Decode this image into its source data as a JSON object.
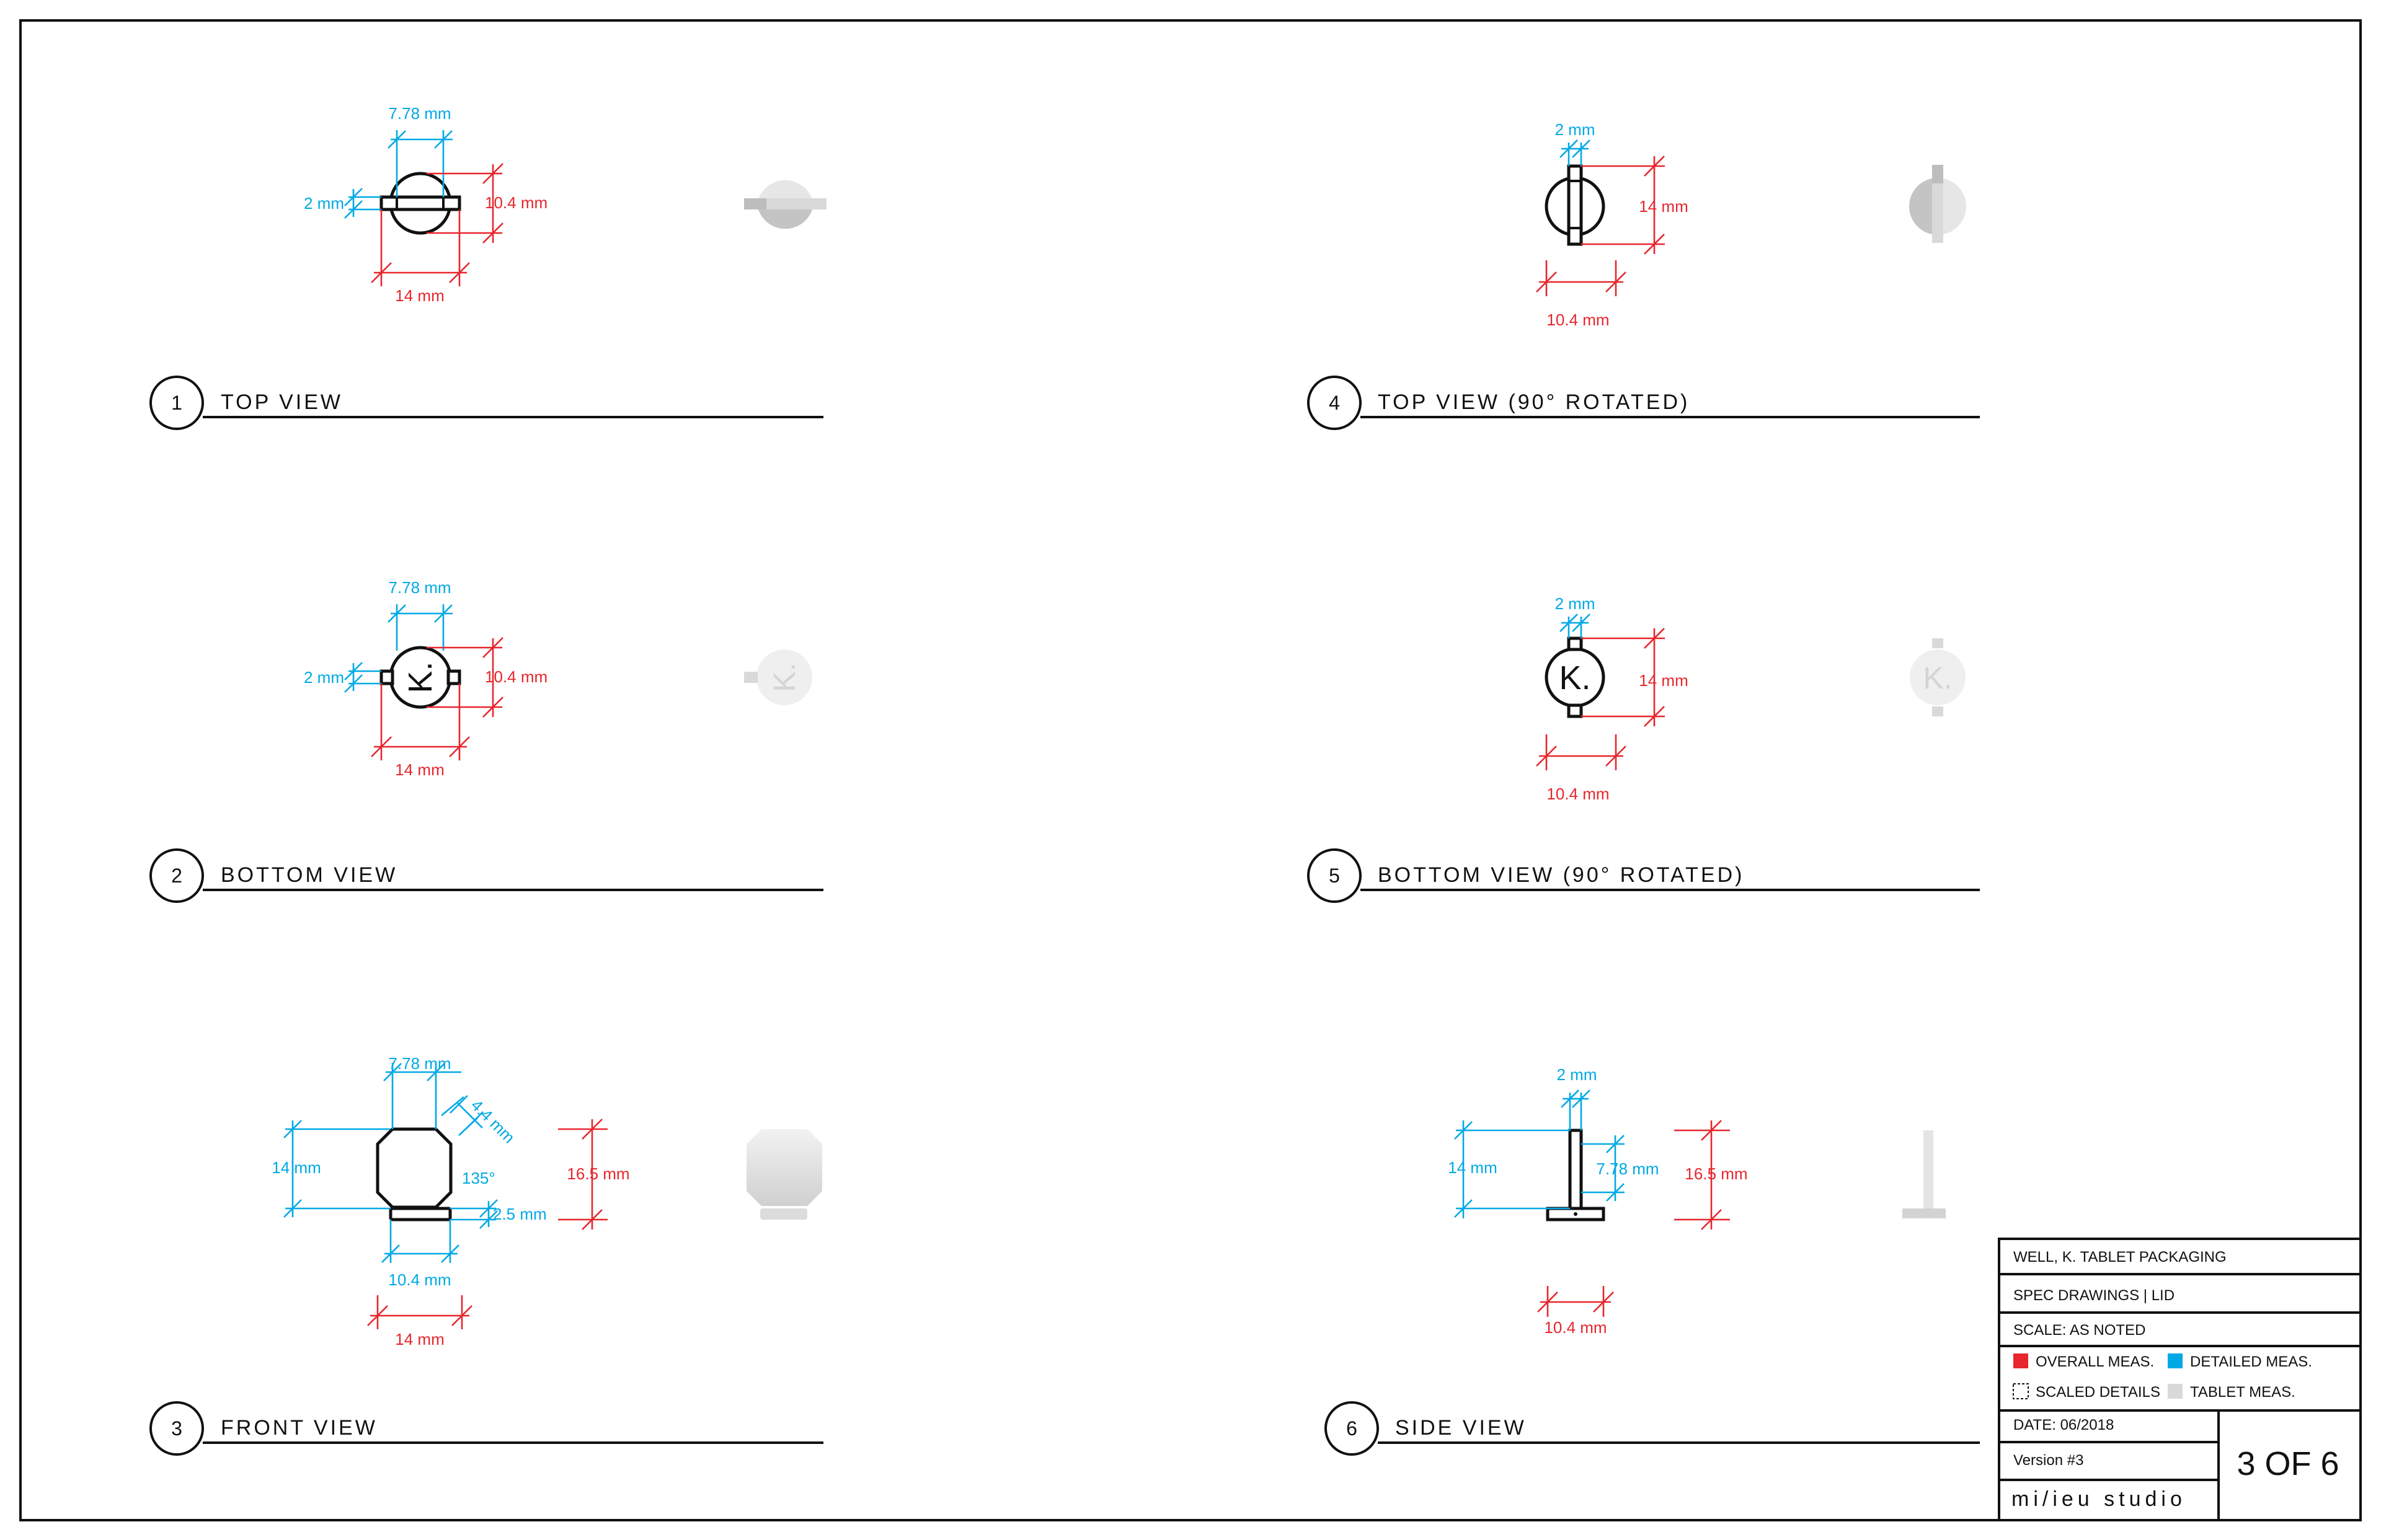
{
  "sheet": {
    "views": [
      {
        "number": "1",
        "title": "TOP VIEW"
      },
      {
        "number": "2",
        "title": "BOTTOM VIEW"
      },
      {
        "number": "3",
        "title": "FRONT VIEW"
      },
      {
        "number": "4",
        "title": "TOP VIEW (90° ROTATED)"
      },
      {
        "number": "5",
        "title": "BOTTOM VIEW (90° ROTATED)"
      },
      {
        "number": "6",
        "title": "SIDE VIEW"
      }
    ],
    "dimensions": {
      "v1": {
        "detail_width": "7.78 mm",
        "tab": "2 mm",
        "height": "10.4 mm",
        "overall_width": "14 mm"
      },
      "v2": {
        "detail_width": "7.78 mm",
        "tab": "2 mm",
        "height": "10.4 mm",
        "overall_width": "14 mm"
      },
      "v3": {
        "detail_width": "7.78 mm",
        "chamfer": "4.4 mm",
        "left_height": "14 mm",
        "angle": "135°",
        "base": "2.5 mm",
        "overall_height": "16.5 mm",
        "base_width": "10.4 mm",
        "overall_width": "14 mm"
      },
      "v4": {
        "tab": "2 mm",
        "height": "14 mm",
        "width": "10.4 mm"
      },
      "v5": {
        "tab": "2 mm",
        "height": "14 mm",
        "width": "10.4 mm"
      },
      "v6": {
        "tab": "2 mm",
        "left_height": "14 mm",
        "detail_height": "7.78 mm",
        "overall_height": "16.5 mm",
        "width": "10.4 mm"
      }
    },
    "logo_letter": "K."
  },
  "title_block": {
    "project": "WELL, K. TABLET PACKAGING",
    "drawing": "SPEC DRAWINGS | LID",
    "scale": "SCALE: AS NOTED",
    "legend": [
      {
        "label": "OVERALL MEAS.",
        "color": "#e8262d"
      },
      {
        "label": "DETAILED MEAS.",
        "color": "#00a9e6"
      },
      {
        "label": "SCALED DETAILS",
        "color": "dashed"
      },
      {
        "label": "TABLET MEAS.",
        "color": "#d9d9d9"
      }
    ],
    "date": "DATE: 06/2018",
    "version": "Version #3",
    "studio": "mi/ieu studio",
    "page": "3 OF 6"
  },
  "colors": {
    "overall": "#e8262d",
    "detailed": "#00a9e6",
    "tablet": "#d9d9d9",
    "line": "#111111"
  }
}
